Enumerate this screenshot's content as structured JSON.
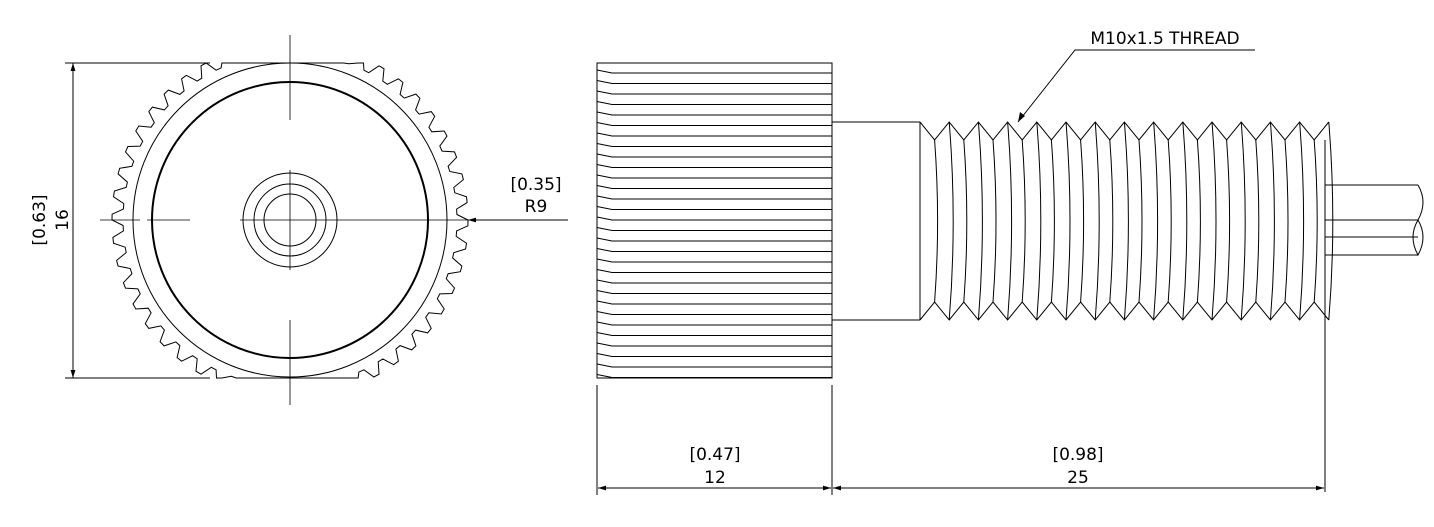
{
  "front_view": {
    "height_dim": {
      "inch": "[0.63]",
      "mm": "16"
    },
    "radius_dim": {
      "inch": "[0.35]",
      "mm": "R9"
    }
  },
  "side_view": {
    "thread_callout": "M10x1.5 THREAD",
    "head_length_dim": {
      "inch": "[0.47]",
      "mm": "12"
    },
    "thread_length_dim": {
      "inch": "[0.98]",
      "mm": "25"
    }
  },
  "colors": {
    "line": "#000000",
    "background": "#ffffff"
  }
}
